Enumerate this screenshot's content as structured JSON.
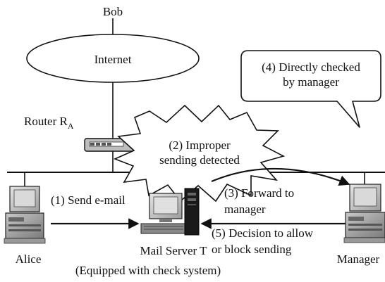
{
  "nodes": {
    "bob": "Bob",
    "internet": "Internet",
    "router": {
      "label": "Router R",
      "subscript": "A"
    },
    "alice": "Alice",
    "mail_server": {
      "name": "Mail Server T",
      "note": "(Equipped with check system)"
    },
    "manager": "Manager"
  },
  "callouts": {
    "step2": {
      "line1": "(2) Improper",
      "line2": "sending detected"
    },
    "step4": {
      "line1": "(4) Directly checked",
      "line2": "by manager"
    }
  },
  "steps": {
    "step1": "(1) Send e-mail",
    "step3": {
      "line1": "(3) Forward to",
      "line2": "manager"
    },
    "step5": {
      "line1": "(5) Decision to allow",
      "line2": "or block sending"
    }
  }
}
